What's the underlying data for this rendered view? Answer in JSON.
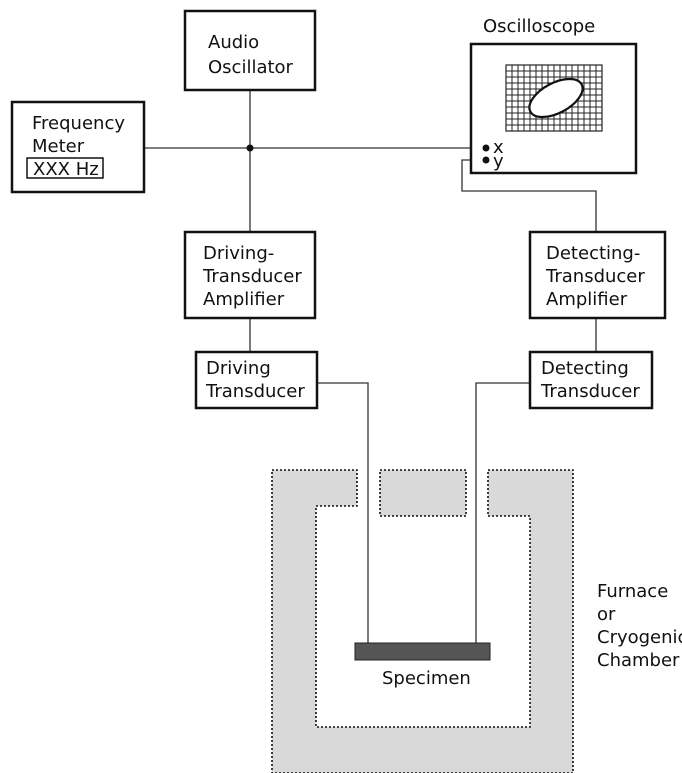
{
  "colors": {
    "line": "#333333",
    "box_border": "#111111",
    "chamber_fill": "#d9d9d9",
    "specimen_fill": "#555555",
    "background": "#ffffff"
  },
  "labels": {
    "audio_oscillator": [
      "Audio",
      "Oscillator"
    ],
    "oscilloscope": "Oscilloscope",
    "frequency_meter": [
      "Frequency",
      "Meter"
    ],
    "frequency_readout": "XXX Hz",
    "x_input": "x",
    "y_input": "y",
    "driving_amplifier": [
      "Driving-",
      "Transducer",
      "Amplifier"
    ],
    "detecting_amplifier": [
      "Detecting-",
      "Transducer",
      "Amplifier"
    ],
    "driving_transducer": [
      "Driving",
      "Transducer"
    ],
    "detecting_transducer": [
      "Detecting",
      "Transducer"
    ],
    "specimen": "Specimen",
    "chamber": [
      "Furnace",
      "or",
      "Cryogenic",
      "Chamber"
    ]
  }
}
